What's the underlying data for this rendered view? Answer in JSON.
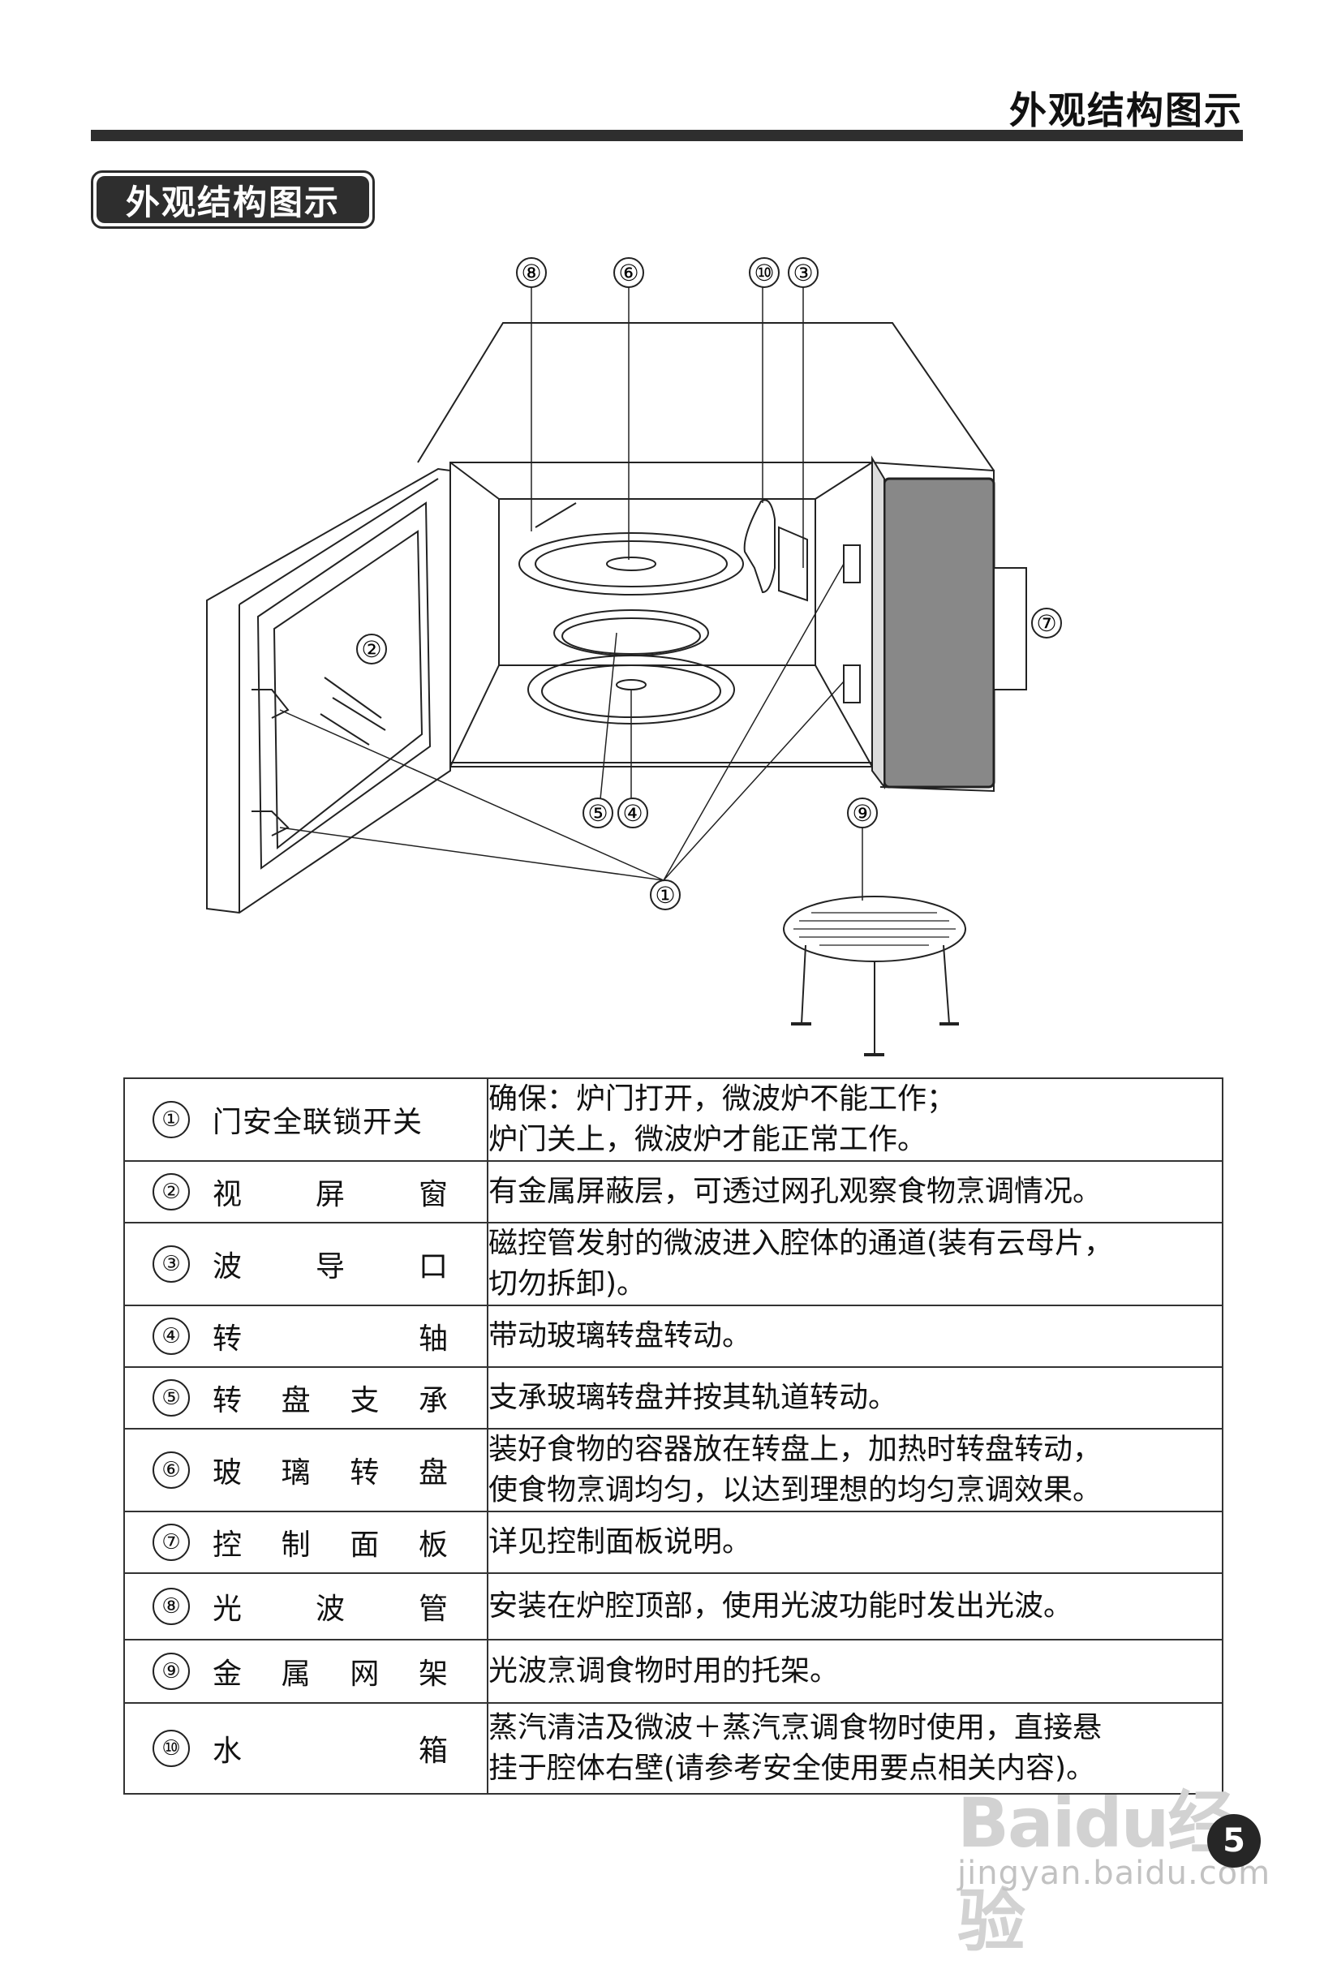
{
  "header": {
    "title": "外观结构图示"
  },
  "section": {
    "title": "外观结构图示"
  },
  "diagram": {
    "callouts": [
      "⑧",
      "⑥",
      "⑩",
      "③",
      "②",
      "⑦",
      "⑤",
      "④",
      "⑨",
      "①"
    ]
  },
  "parts": [
    {
      "num": "①",
      "name": "门安全联锁开关",
      "desc": "确保：炉门打开，微波炉不能工作；\n        炉门关上，微波炉才能正常工作。"
    },
    {
      "num": "②",
      "name": "视屏窗",
      "desc": "有金属屏蔽层，可透过网孔观察食物烹调情况。"
    },
    {
      "num": "③",
      "name": "波导口",
      "desc": "磁控管发射的微波进入腔体的通道(装有云母片，\n切勿拆卸)。"
    },
    {
      "num": "④",
      "name": "转轴",
      "desc": "带动玻璃转盘转动。"
    },
    {
      "num": "⑤",
      "name": "转盘支承",
      "desc": "支承玻璃转盘并按其轨道转动。"
    },
    {
      "num": "⑥",
      "name": "玻璃转盘",
      "desc": "装好食物的容器放在转盘上，加热时转盘转动，\n使食物烹调均匀，以达到理想的均匀烹调效果。"
    },
    {
      "num": "⑦",
      "name": "控制面板",
      "desc": "详见控制面板说明。"
    },
    {
      "num": "⑧",
      "name": "光波管",
      "desc": "安装在炉腔顶部，使用光波功能时发出光波。"
    },
    {
      "num": "⑨",
      "name": "金属网架",
      "desc": "光波烹调食物时用的托架。"
    },
    {
      "num": "⑩",
      "name": "水箱",
      "desc": "蒸汽清洁及微波＋蒸汽烹调食物时使用，直接悬\n挂于腔体右壁(请参考安全使用要点相关内容)。"
    }
  ],
  "watermark": {
    "logo": "Baidu经验",
    "url": "jingyan.baidu.com"
  },
  "page": {
    "number": "5"
  }
}
